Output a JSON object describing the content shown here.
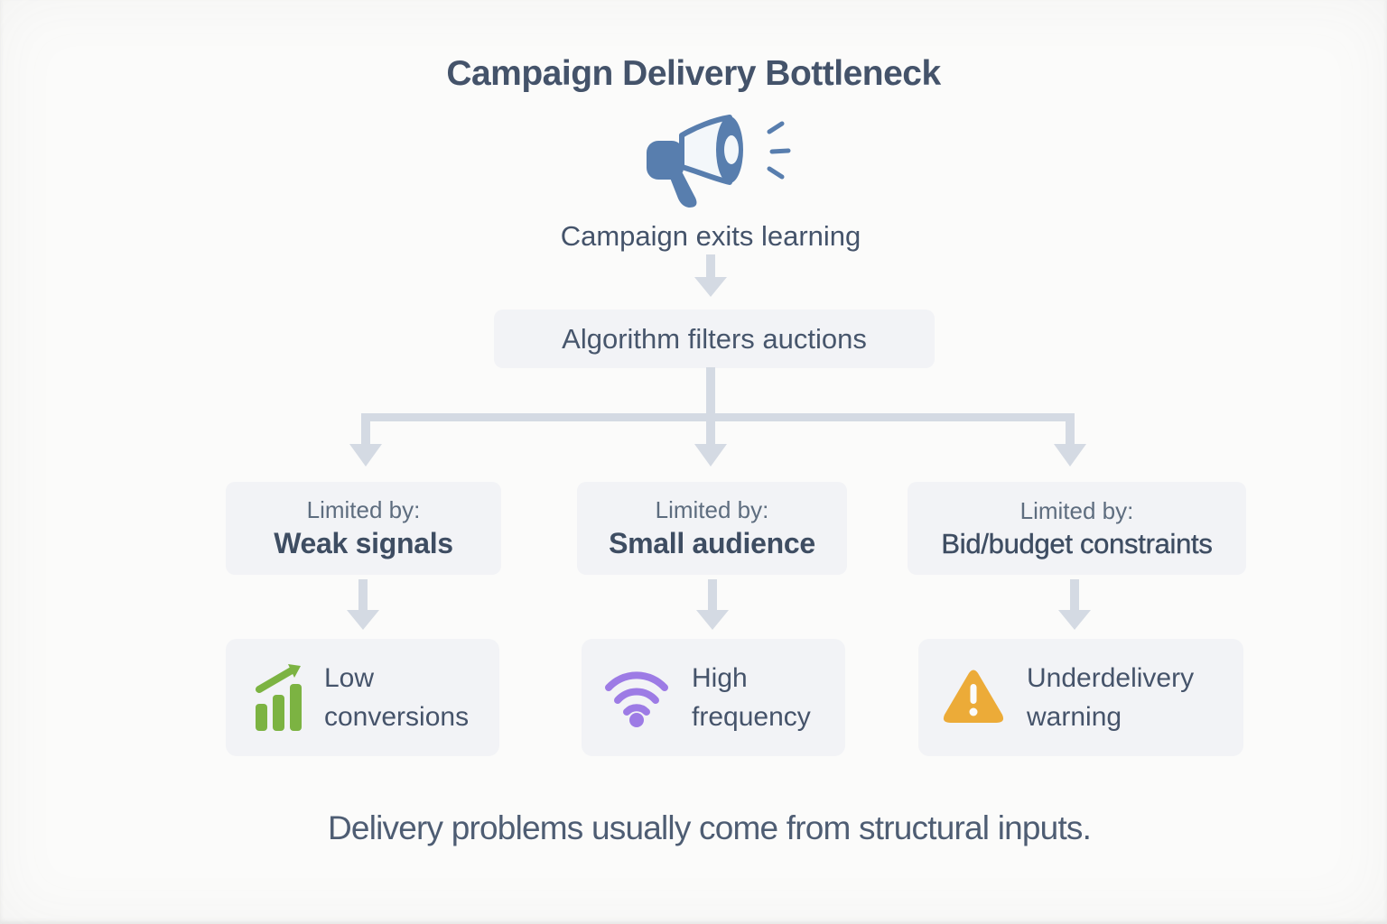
{
  "page": {
    "title": "Campaign Delivery Bottleneck",
    "caption": "Delivery problems usually come from structural inputs."
  },
  "funnel": {
    "trigger": "Campaign exits learning",
    "gate": "Algorithm filters auctions",
    "icon": "megaphone-icon"
  },
  "branches": [
    {
      "limit_label": "Limited by:",
      "limit_value": "Weak signals",
      "outcome": "Low conversions",
      "icon": "bar-chart-growth-icon",
      "icon_color": "#7cb342"
    },
    {
      "limit_label": "Limited by:",
      "limit_value": "Small audience",
      "outcome": "High frequency",
      "icon": "wifi-icon",
      "icon_color": "#9d7be5"
    },
    {
      "limit_label": "Limited by:",
      "limit_value": "Bid/budget constraints",
      "outcome": "Underdelivery warning",
      "icon": "warning-triangle-icon",
      "icon_color": "#ecab38"
    }
  ],
  "colors": {
    "background": "#fbfbfa",
    "box_background": "#f2f3f6",
    "connector": "#d4dae3",
    "text_dark": "#44536a",
    "accent_blue": "#587eae",
    "green": "#7cb342",
    "purple": "#9d7be5",
    "amber": "#ecab38"
  }
}
